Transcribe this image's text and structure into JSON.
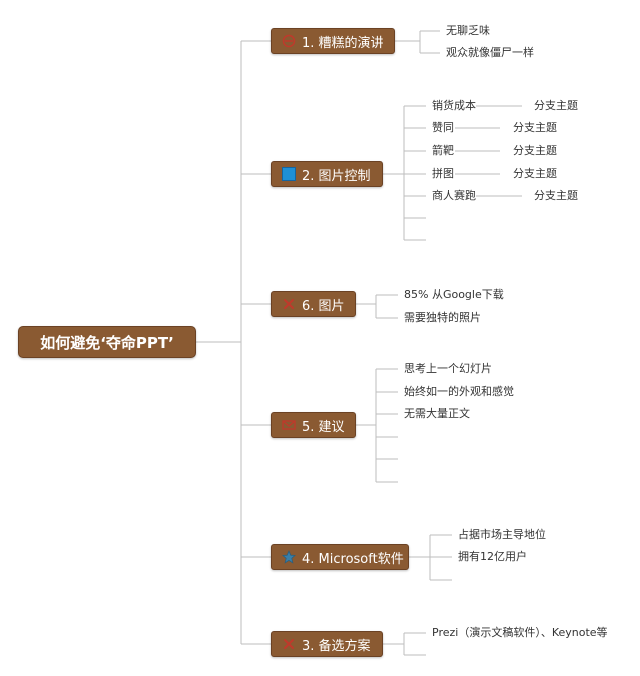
{
  "root": {
    "label": "如何避免‘夺命PPT’"
  },
  "branches": [
    {
      "label": "1. 糟糕的演讲",
      "icon": "warning-icon",
      "children": [
        {
          "label": "无聊乏味"
        },
        {
          "label": "观众就像僵尸一样"
        }
      ]
    },
    {
      "label": "2. 图片控制",
      "icon": "blue-square-icon",
      "children": [
        {
          "label": "销货成本",
          "sub": "分支主题"
        },
        {
          "label": "赞同",
          "sub": "分支主题"
        },
        {
          "label": "箭靶",
          "sub": "分支主题"
        },
        {
          "label": "拼图",
          "sub": "分支主题"
        },
        {
          "label": "商人赛跑",
          "sub": "分支主题"
        },
        {
          "label": ""
        },
        {
          "label": ""
        }
      ]
    },
    {
      "label": "6. 图片",
      "icon": "cross-icon",
      "children": [
        {
          "label": "85% 从Google下载"
        },
        {
          "label": "需要独特的照片"
        }
      ]
    },
    {
      "label": "5. 建议",
      "icon": "envelope-icon",
      "children": [
        {
          "label": "思考上一个幻灯片"
        },
        {
          "label": "始终如一的外观和感觉"
        },
        {
          "label": "无需大量正文"
        },
        {
          "label": ""
        },
        {
          "label": ""
        },
        {
          "label": ""
        }
      ]
    },
    {
      "label": "4. Microsoft软件",
      "icon": "star-icon",
      "children": [
        {
          "label": "占据市场主导地位"
        },
        {
          "label": "拥有12亿用户"
        },
        {
          "label": ""
        }
      ]
    },
    {
      "label": "3. 备选方案",
      "icon": "cross-icon",
      "children": [
        {
          "label": "Prezi（演示文稿软件）、Keynote等"
        },
        {
          "label": ""
        }
      ]
    }
  ],
  "colors": {
    "node_fill": "#8a5a32",
    "node_border": "#6b4224",
    "line": "#bdbdbd"
  }
}
